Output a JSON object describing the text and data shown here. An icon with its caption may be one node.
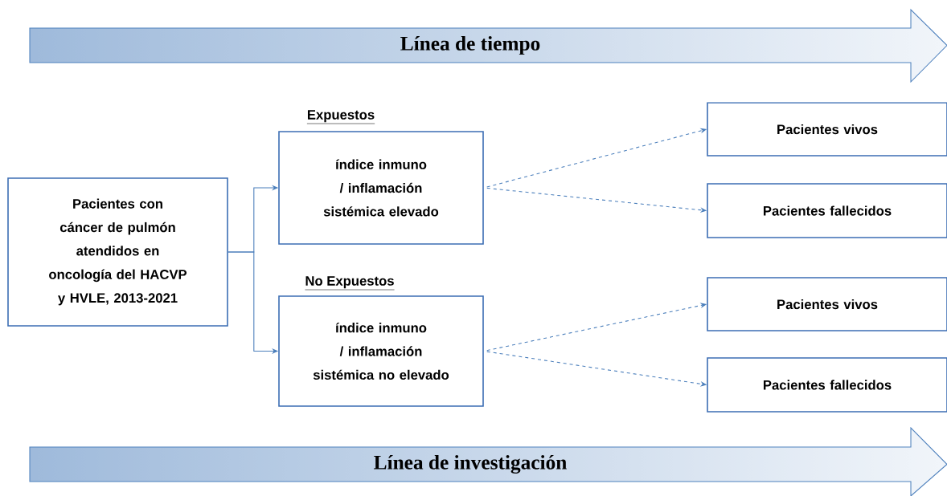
{
  "diagram": {
    "nodes": [
      {
        "text": [
          "Línea de tiempo"
        ]
      },
      {
        "text": [
          "Pacientes con cáncer de pulmón atendidos en oncología del HACVP y HVLE, 2013-2021"
        ]
      },
      {
        "text": [
          "Expuestos",
          "índice inmuno / inflamación sistémica elevado"
        ]
      },
      {
        "text": [
          "Pacientes vivos"
        ]
      },
      {
        "text": [
          "Pacientes fallecidos"
        ]
      },
      {
        "text": [
          "No Expuestos",
          "índice inmuno / inflamación sistémica no elevado"
        ]
      },
      {
        "text": [
          "Pacientes vivos"
        ]
      },
      {
        "text": [
          "Pacientes fallecidos"
        ]
      },
      {
        "text": [
          "Línea de investigación"
        ]
      }
    ],
    "edges": [
      {
        "from": 1,
        "to": 2,
        "arrow": "to"
      },
      {
        "from": 1,
        "to": 5,
        "arrow": "to"
      },
      {
        "from": 2,
        "to": 3,
        "arrow": "to",
        "style": "dashed"
      },
      {
        "from": 2,
        "to": 4,
        "arrow": "to",
        "style": "dashed"
      },
      {
        "from": 5,
        "to": 6,
        "arrow": "to",
        "style": "dashed"
      },
      {
        "from": 5,
        "to": 7,
        "arrow": "to",
        "style": "dashed"
      }
    ]
  }
}
